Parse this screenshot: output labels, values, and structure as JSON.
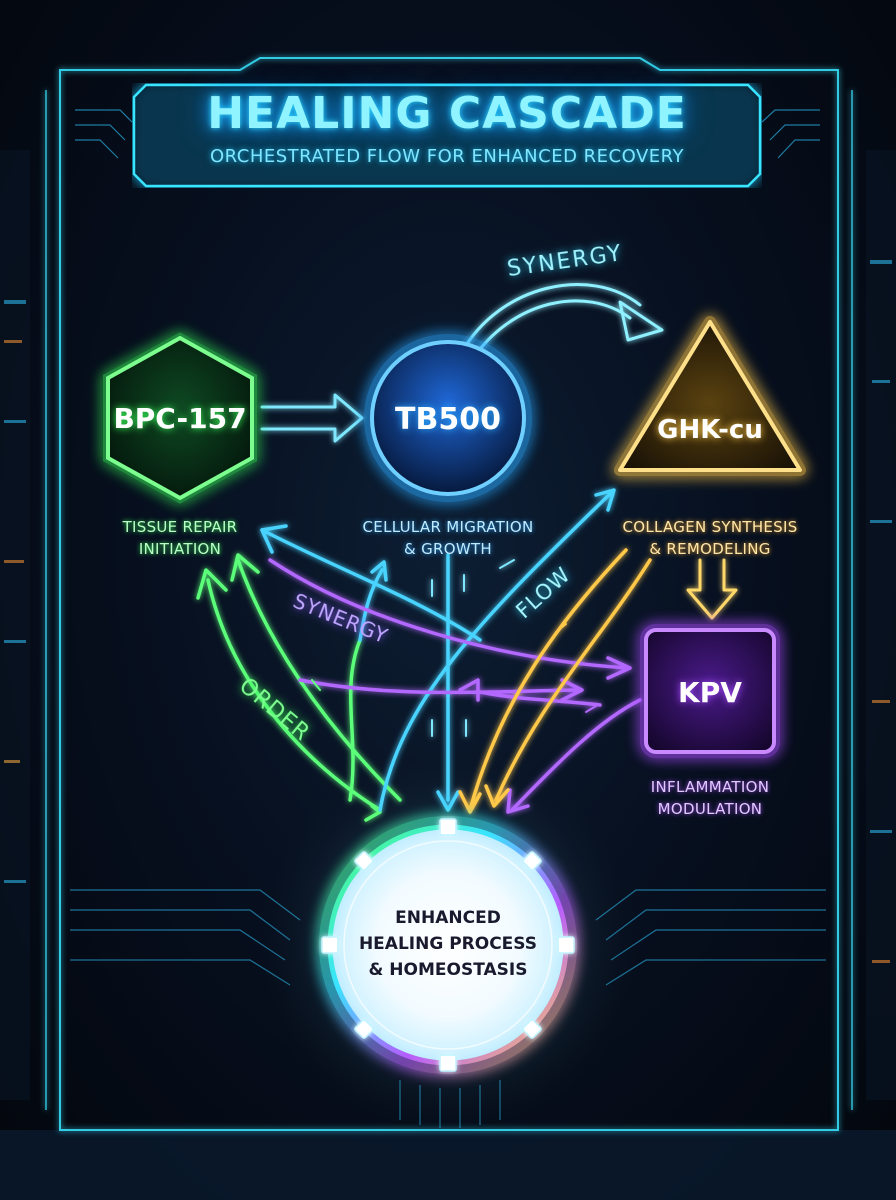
{
  "header": {
    "title": "HEALING CASCADE",
    "subtitle": "ORCHESTRATED FLOW FOR ENHANCED RECOVERY"
  },
  "nodes": {
    "bpc": {
      "label": "BPC-157",
      "caption_line1": "TISSUE REPAIR",
      "caption_line2": "INITIATION",
      "color": "#39ff5a",
      "shape": "hexagon"
    },
    "tb": {
      "label": "TB500",
      "caption_line1": "CELLULAR MIGRATION",
      "caption_line2": "& GROWTH",
      "color": "#2aa8ff",
      "shape": "circle"
    },
    "ghk": {
      "label": "GHK-cu",
      "caption_line1": "COLLAGEN SYNTHESIS",
      "caption_line2": "& REMODELING",
      "color": "#ffc84a",
      "shape": "triangle"
    },
    "kpv": {
      "label": "KPV",
      "caption_line1": "INFLAMMATION",
      "caption_line2": "MODULATION",
      "color": "#a94cff",
      "shape": "square"
    },
    "center": {
      "line1": "ENHANCED",
      "line2": "HEALING PROCESS",
      "line3": "& HOMEOSTASIS",
      "shape": "ring"
    }
  },
  "flow_labels": {
    "synergy_top": "SYNERGY",
    "synergy_mid": "SYNERGY",
    "flow": "FLOW",
    "order": "ORDER"
  },
  "colors": {
    "accent_cyan": "#39e4ff",
    "green": "#39ff5a",
    "blue": "#2aa8ff",
    "gold": "#ffc84a",
    "purple": "#a94cff",
    "background": "#05080f"
  }
}
